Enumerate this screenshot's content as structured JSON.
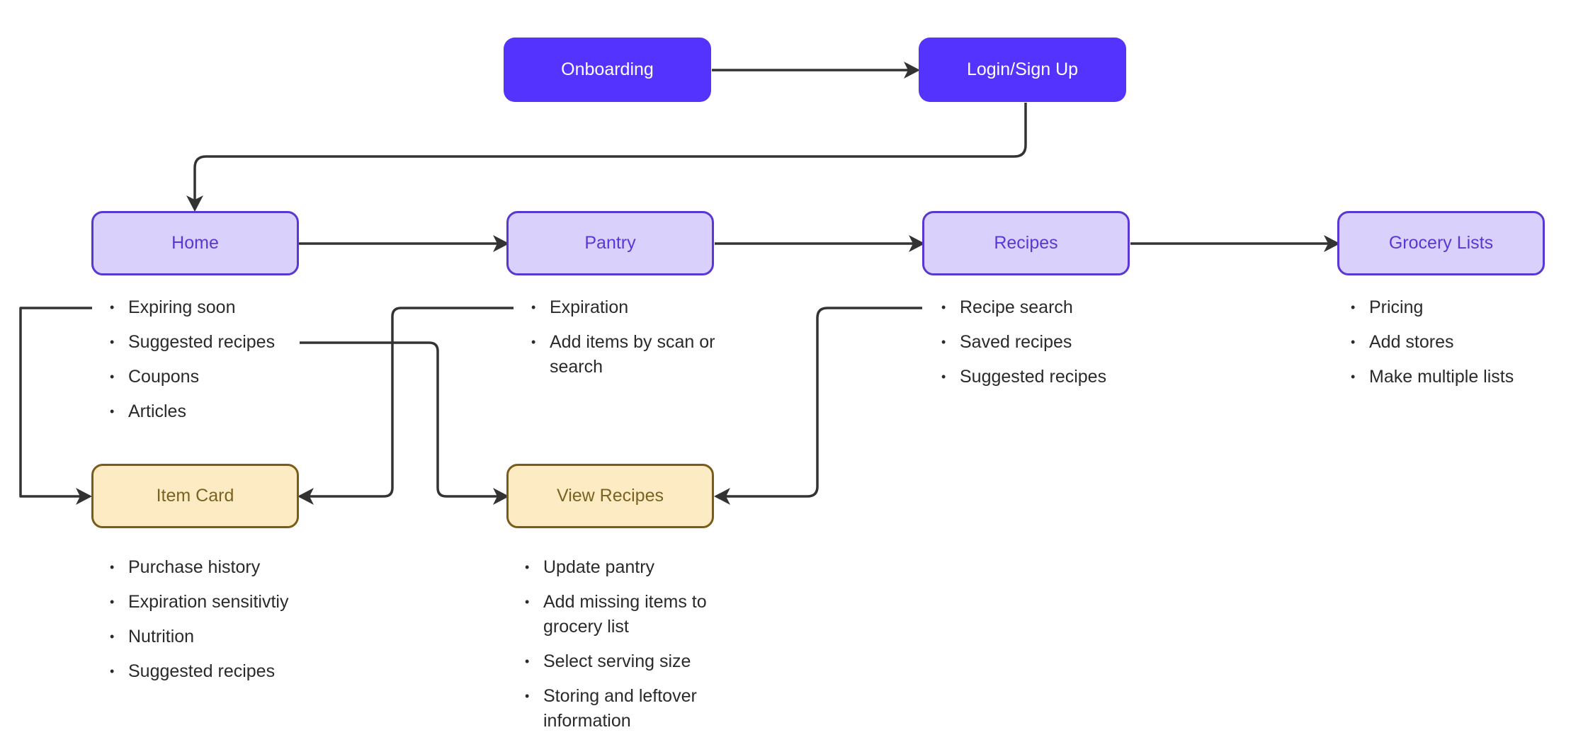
{
  "nodes": {
    "onboarding": "Onboarding",
    "login": "Login/Sign Up",
    "home": "Home",
    "pantry": "Pantry",
    "recipes": "Recipes",
    "grocery": "Grocery Lists",
    "item_card": "Item Card",
    "view_recipes": "View Recipes"
  },
  "lists": {
    "home": [
      "Expiring soon",
      "Suggested recipes",
      "Coupons",
      "Articles"
    ],
    "pantry": [
      "Expiration",
      "Add items by scan or search"
    ],
    "recipes": [
      "Recipe search",
      "Saved recipes",
      "Suggested recipes"
    ],
    "grocery": [
      "Pricing",
      "Add stores",
      "Make multiple lists"
    ],
    "item_card": [
      "Purchase history",
      "Expiration sensitivtiy",
      "Nutrition",
      "Suggested recipes"
    ],
    "view_recipes": [
      "Update pantry",
      "Add missing items to grocery list",
      "Select serving size",
      "Storing and leftover information"
    ]
  },
  "colors": {
    "primary": "#5433ff",
    "screen_fill": "#d9d1fc",
    "screen_border": "#5a37d4",
    "detail_fill": "#fdecc3",
    "detail_border": "#7a5c18",
    "edge": "#333333"
  }
}
